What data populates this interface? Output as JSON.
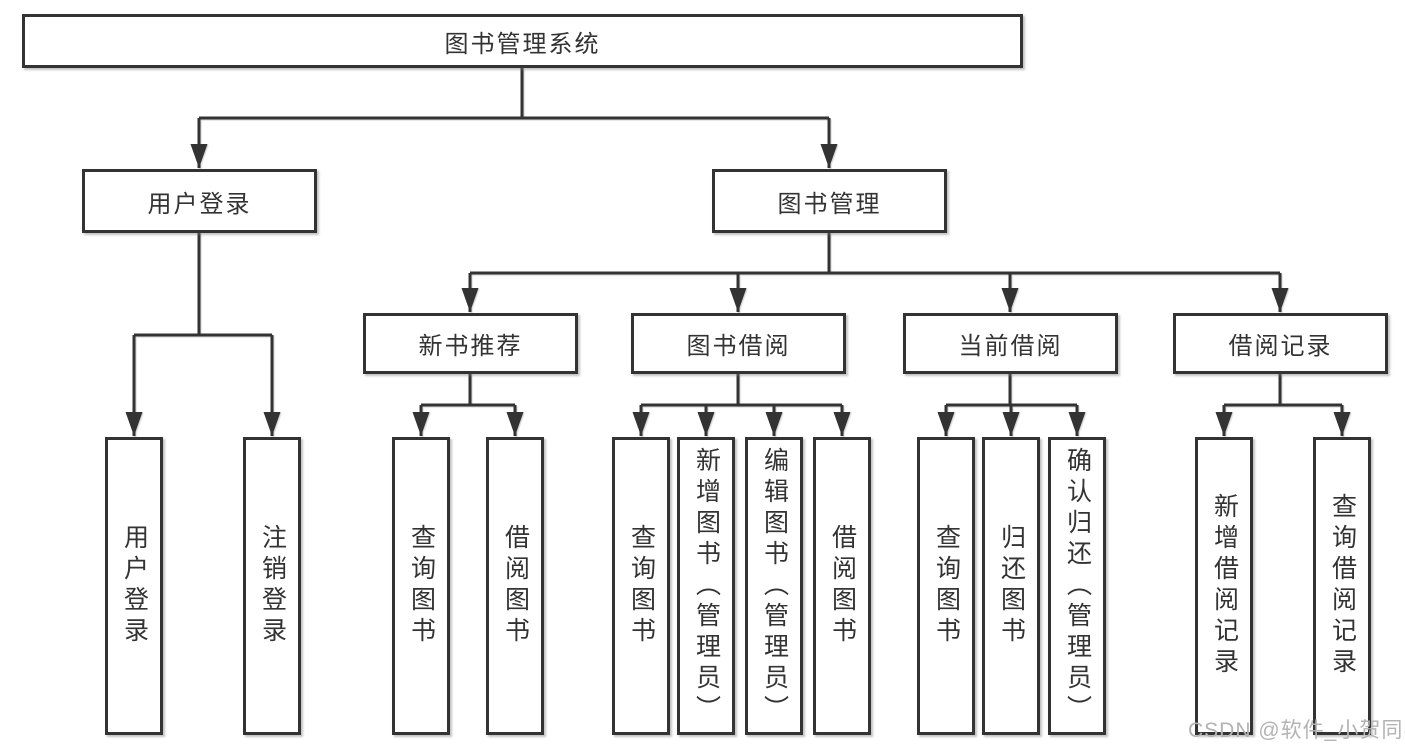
{
  "tree": {
    "root": {
      "label": "图书管理系统"
    },
    "branches": [
      {
        "label": "用户登录",
        "children": [
          "用户登录",
          "注销登录"
        ]
      },
      {
        "label": "图书管理",
        "groups": [
          {
            "label": "新书推荐",
            "children": [
              "查询图书",
              "借阅图书"
            ]
          },
          {
            "label": "图书借阅",
            "children": [
              "查询图书",
              "新增图书（管理员）",
              "编辑图书（管理员）",
              "借阅图书"
            ]
          },
          {
            "label": "当前借阅",
            "children": [
              "查询图书",
              "归还图书",
              "确认归还（管理员）"
            ]
          },
          {
            "label": "借阅记录",
            "children": [
              "新增借阅记录",
              "查询借阅记录"
            ]
          }
        ]
      }
    ]
  },
  "watermark": "CSDN @软件_小贺同学",
  "colors": {
    "line": "#333333",
    "box_border": "#333333",
    "box_fill": "#ffffff",
    "text": "#333333",
    "watermark": "#b3b3b3",
    "background": "#ffffff"
  }
}
